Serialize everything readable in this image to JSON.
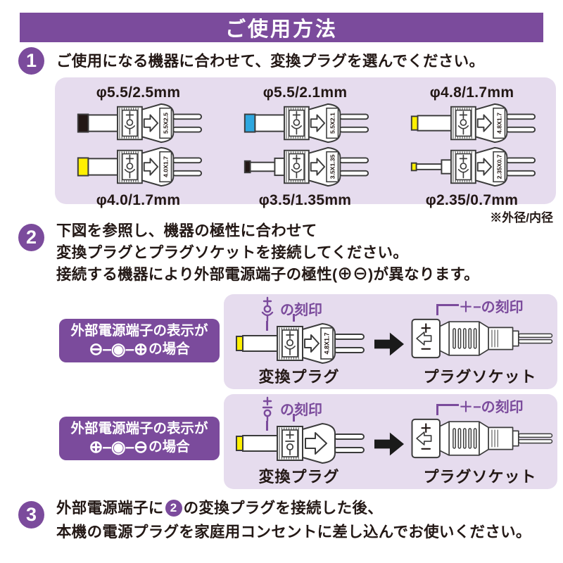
{
  "colors": {
    "purple": "#7B4B9C",
    "panel_lavender": "#E6DCEE",
    "ink": "#231815",
    "outline": "#3b3b3b",
    "tip_yellow": "#FFF000",
    "tip_blue": "#2EA7DF",
    "tip_black": "#231815",
    "white": "#ffffff",
    "arrow_black": "#1a1a1a"
  },
  "header": {
    "title": "ご使用方法"
  },
  "steps": {
    "step1": {
      "number": "1",
      "text": "ご使用になる機器に合わせて、変換プラグを選んでください。"
    },
    "step2": {
      "number": "2",
      "lines": [
        "下図を参照し、機器の極性に合わせて",
        "変換プラグとプラグソケットを接続してください。",
        "接続する機器により外部電源端子の極性(⊕⊖)が異なります。"
      ]
    },
    "step3": {
      "number": "3",
      "line1_pre": "外部電源端子に",
      "line1_badge": "2",
      "line1_post": "の変換プラグを接続した後、",
      "line2": "本機の電源プラグを家庭用コンセントに差し込んでお使いください。"
    }
  },
  "plug_panel": {
    "note": "※外径/内径",
    "plugs": [
      {
        "size": "φ5.5/2.5mm",
        "label": "5.5X2.5",
        "tip": "#231815",
        "shape": "standard"
      },
      {
        "size": "φ5.5/2.1mm",
        "label": "5.5X2.1",
        "tip": "#2EA7DF",
        "shape": "standard"
      },
      {
        "size": "φ4.8/1.7mm",
        "label": "4.8X1.7",
        "tip": "#FFF000",
        "shape": "narrow"
      },
      {
        "size": "φ4.0/1.7mm",
        "label": "4.0X1.7",
        "tip": "#FFF000",
        "shape": "standard"
      },
      {
        "size": "φ3.5/1.35mm",
        "label": "3.5X1.35",
        "tip": "#231815",
        "shape": "thin"
      },
      {
        "size": "φ2.35/0.7mm",
        "label": "2.35X0.7",
        "tip": "#FFF000",
        "shape": "micro"
      }
    ]
  },
  "connection": {
    "rows": [
      {
        "case_line1": "外部電源端子の表示が",
        "case_symbols": "⊖–◉–⊕",
        "case_suffix": "の場合",
        "plug_engrave_label": "の刻印",
        "socket_engrave_label": "＋−の刻印",
        "plug_caption": "変換プラグ",
        "socket_caption": "プラグソケット",
        "plug_label": "4.8X1.7",
        "glyph_variant": "A"
      },
      {
        "case_line1": "外部電源端子の表示が",
        "case_symbols": "⊕–◉–⊖",
        "case_suffix": "の場合",
        "plug_engrave_label": "の刻印",
        "socket_engrave_label": "＋−の刻印",
        "plug_caption": "変換プラグ",
        "socket_caption": "プラグソケット",
        "plug_label": "",
        "glyph_variant": "B"
      }
    ]
  }
}
